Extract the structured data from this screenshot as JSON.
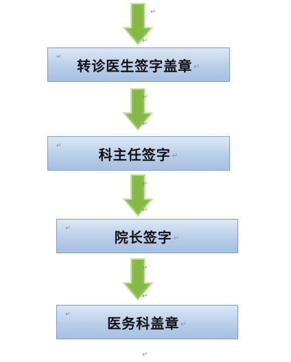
{
  "diagram": {
    "steps": [
      {
        "label": "转诊医生签字盖章"
      },
      {
        "label": "科主任签字"
      },
      {
        "label": "院长签字"
      },
      {
        "label": "医务科盖章"
      }
    ],
    "paragraph_mark": "↵",
    "colors": {
      "box_top": "#dce7f5",
      "box_bottom": "#a6c0e2",
      "box_border": "#7f9cc4",
      "arrow_fill": "#8fbf4f",
      "arrow_border": "#c8dca8"
    }
  }
}
